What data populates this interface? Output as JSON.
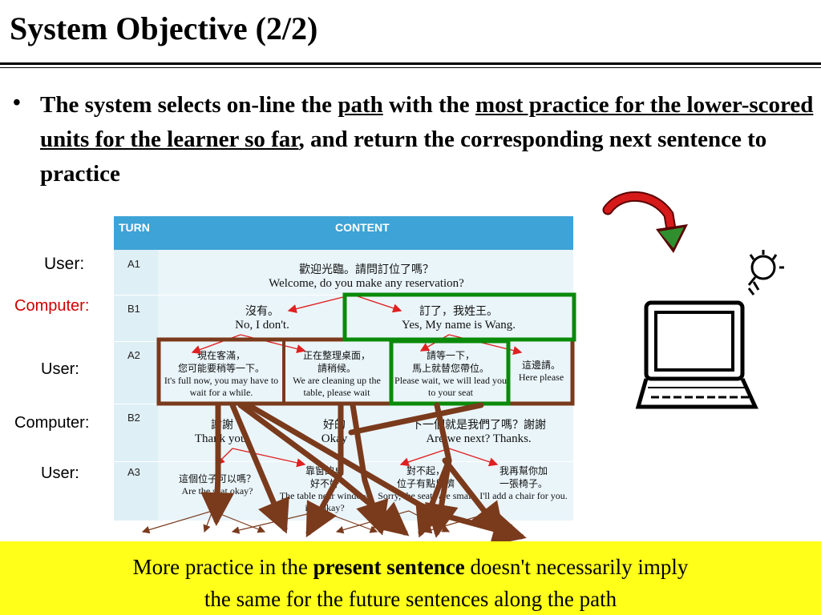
{
  "title": "System Objective (2/2)",
  "bullet": {
    "symbol": "•",
    "part1": "The system selects on-line the ",
    "path": "path",
    "part2": " with the ",
    "underlined": "most practice for the  lower-scored units for the learner so far",
    "part3": ", and return the corresponding next sentence to practice"
  },
  "side_labels": {
    "user1": "User:",
    "computer1": "Computer:",
    "user2": "User:",
    "computer2": "Computer:",
    "user3": "User:"
  },
  "table": {
    "headers": {
      "turn": "TURN",
      "content": "CONTENT"
    },
    "rows": [
      {
        "turn": "A1",
        "cells": [
          {
            "zh": "歡迎光臨。請問訂位了嗎？",
            "en": "Welcome, do you make any reservation?"
          }
        ]
      },
      {
        "turn": "B1",
        "cells": [
          {
            "zh": "沒有。",
            "en": "No, I don't."
          },
          {
            "zh": "訂了，我姓王。",
            "en": "Yes, My name is Wang."
          }
        ]
      },
      {
        "turn": "A2",
        "cells": [
          {
            "zh": "現在客滿，\n您可能要稍等一下。",
            "en": "It's full now, you may have to wait for a while."
          },
          {
            "zh": "正在整理桌面，\n請稍候。",
            "en": "We are cleaning up the table, please wait"
          },
          {
            "zh": "請等一下，\n馬上就替您帶位。",
            "en": "Please wait, we will lead you to your seat"
          },
          {
            "zh": "這邊請。",
            "en": "Here please"
          }
        ]
      },
      {
        "turn": "B2",
        "cells": [
          {
            "zh": "謝謝",
            "en": "Thank you."
          },
          {
            "zh": "好的",
            "en": "Okay"
          },
          {
            "zh": "下一個就是我們了嗎？謝謝",
            "en": "Are we next? Thanks."
          }
        ]
      },
      {
        "turn": "A3",
        "cells": [
          {
            "zh": "這個位子可以嗎？",
            "en": "Are the seat okay?"
          },
          {
            "zh": "靠窗的桌\n好不好",
            "en": "The table near window, is it okay?"
          },
          {
            "zh": "對不起，\n位子有點兒擠",
            "en": "Sorry, the seats are small"
          },
          {
            "zh": "我再幫你加\n一張椅子。",
            "en": "I'll add a chair for you."
          }
        ]
      }
    ]
  },
  "banner": {
    "line1_a": "More practice in the ",
    "line1_b": "present sentence",
    "line1_c": " doesn't necessarily imply",
    "line2": "the same for the future sentences along the path"
  },
  "colors": {
    "header_blue": "#3ea3d6",
    "table_bg": "#eaf5fa",
    "path_brown": "#7a3a1c",
    "highlight_green": "#0a8a0a",
    "banner_yellow": "#ffff1a",
    "computer_label_red": "#d00000",
    "accent_red_text": "#e02020"
  },
  "icons": [
    "curved-arrow-icon",
    "computer-icon",
    "lightbulb-icon"
  ]
}
